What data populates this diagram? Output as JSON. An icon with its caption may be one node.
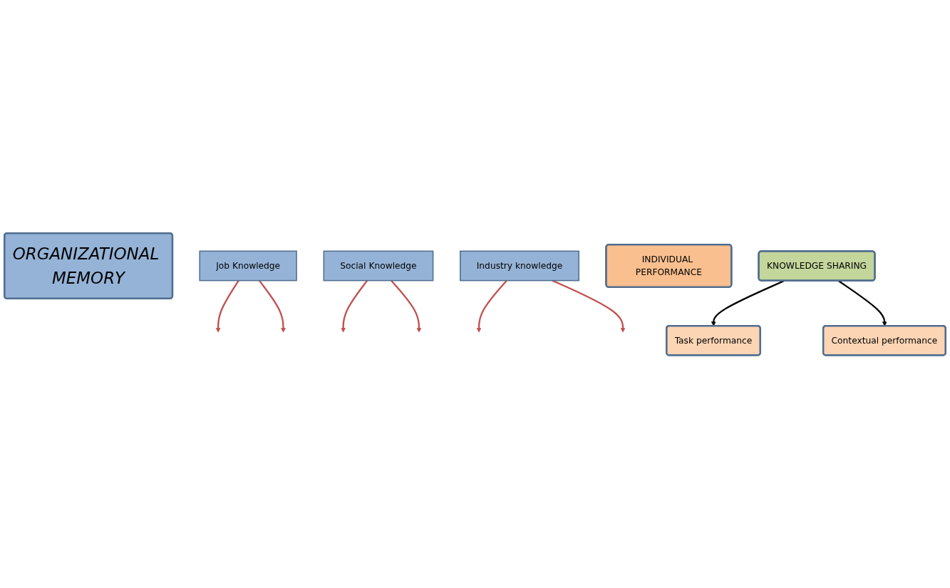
{
  "diagram": {
    "nodes": [
      {
        "text": [
          "ORGANIZATIONAL MEMORY"
        ]
      },
      {
        "text": [
          "Job Knowledge"
        ]
      },
      {
        "text": [
          "Social Knowledge"
        ]
      },
      {
        "text": [
          "Industry knowledge"
        ]
      },
      {
        "text": [
          "INDIVIDUAL PERFORMANCE"
        ]
      },
      {
        "text": [
          "KNOWLEDGE SHARING"
        ]
      },
      {
        "text": [
          "Task performance"
        ]
      },
      {
        "text": [
          "Contextual performance"
        ]
      }
    ],
    "edges": [
      {
        "from": 5,
        "to": 6,
        "arrow": "to",
        "color": "#000000"
      },
      {
        "from": 5,
        "to": 7,
        "arrow": "to",
        "color": "#000000"
      },
      {
        "from": 1,
        "to": null,
        "arrow": "to"
      },
      {
        "from": 1,
        "to": null,
        "arrow": "to"
      },
      {
        "from": 2,
        "to": null,
        "arrow": "to"
      },
      {
        "from": 2,
        "to": null,
        "arrow": "to"
      },
      {
        "from": 3,
        "to": null,
        "arrow": "to"
      },
      {
        "from": 3,
        "to": null,
        "arrow": "to"
      }
    ]
  }
}
